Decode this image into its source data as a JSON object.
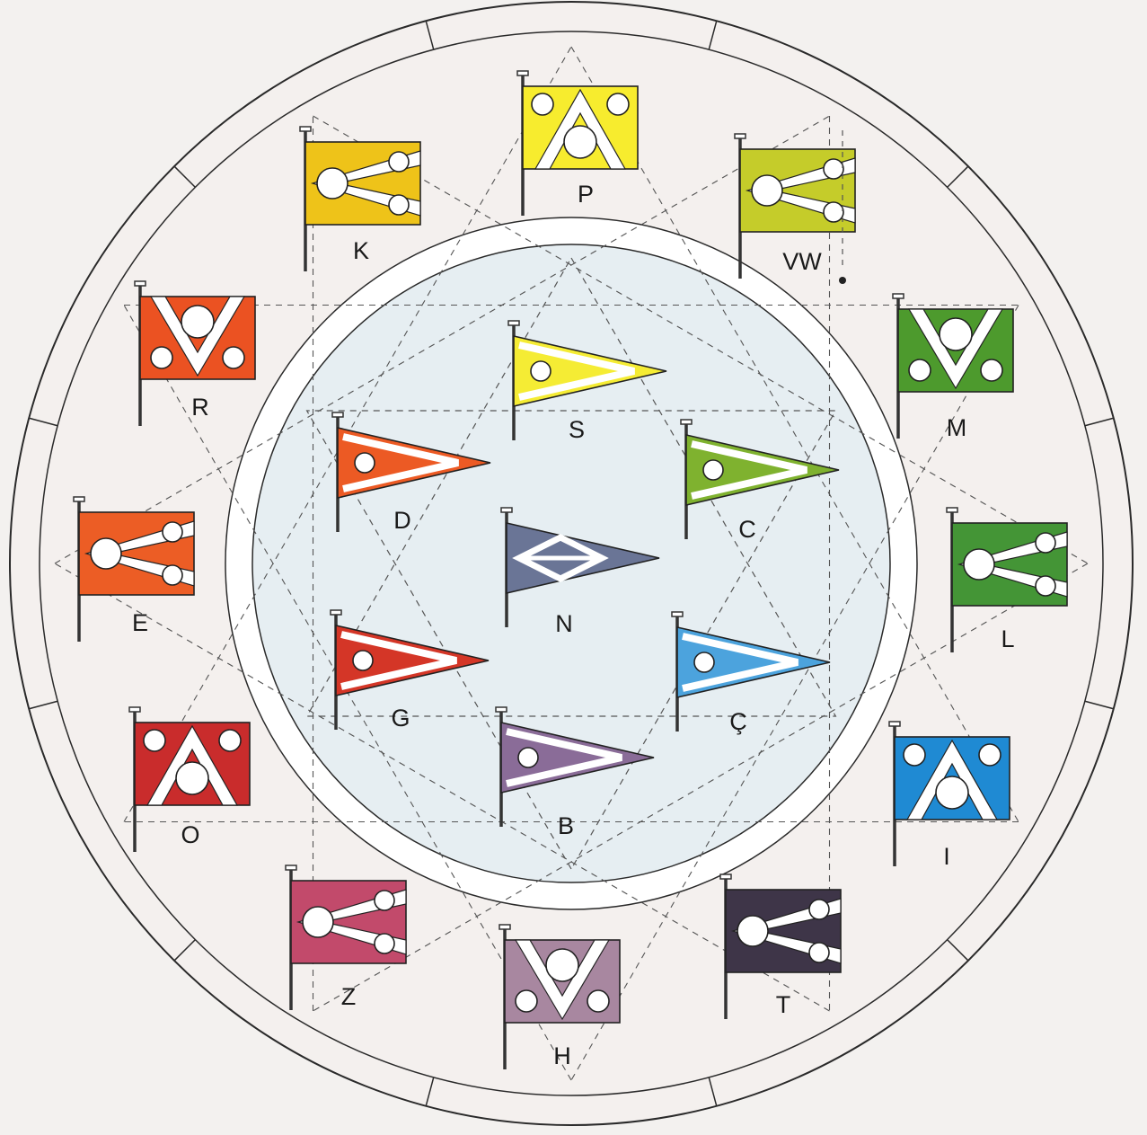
{
  "diagram": {
    "colors": {
      "page": "#f3f1ef",
      "outer_ring": "#f4f0ee",
      "inner_disc": "#e6eef2",
      "white_band": "#ffffff",
      "line": "#2a2a2a",
      "dash": "#555555"
    },
    "outer_flags": [
      {
        "label": "P",
        "color": "#f7ec2e",
        "style": "up",
        "icon": "flag-icon"
      },
      {
        "label": "VW",
        "color": "#c5cc2a",
        "style": "left",
        "icon": "flag-icon"
      },
      {
        "label": "M",
        "color": "#4d9a2d",
        "style": "down",
        "icon": "flag-icon"
      },
      {
        "label": "L",
        "color": "#449536",
        "style": "left",
        "icon": "flag-icon"
      },
      {
        "label": "I",
        "color": "#1f8ad3",
        "style": "up",
        "icon": "flag-icon"
      },
      {
        "label": "T",
        "color": "#3e3548",
        "style": "left",
        "icon": "flag-icon"
      },
      {
        "label": "H",
        "color": "#a887a0",
        "style": "down",
        "icon": "flag-icon"
      },
      {
        "label": "Z",
        "color": "#c24a6b",
        "style": "left",
        "icon": "flag-icon"
      },
      {
        "label": "O",
        "color": "#c92c2c",
        "style": "up",
        "icon": "flag-icon"
      },
      {
        "label": "E",
        "color": "#ec5d25",
        "style": "left",
        "icon": "flag-icon"
      },
      {
        "label": "R",
        "color": "#eb5222",
        "style": "down",
        "icon": "flag-icon"
      },
      {
        "label": "K",
        "color": "#eec319",
        "style": "left",
        "icon": "flag-icon"
      }
    ],
    "inner_pennants": [
      {
        "label": "S",
        "color": "#f5ec34",
        "style": "chevron",
        "icon": "pennant-icon"
      },
      {
        "label": "C",
        "color": "#7fb22f",
        "style": "chevron",
        "icon": "pennant-icon"
      },
      {
        "label": "Ç",
        "color": "#4ca3dd",
        "style": "chevron",
        "icon": "pennant-icon"
      },
      {
        "label": "B",
        "color": "#8a6c98",
        "style": "chevron",
        "icon": "pennant-icon"
      },
      {
        "label": "G",
        "color": "#d43627",
        "style": "chevron",
        "icon": "pennant-icon"
      },
      {
        "label": "D",
        "color": "#ec5a24",
        "style": "chevron",
        "icon": "pennant-icon"
      },
      {
        "label": "N",
        "color": "#6a7596",
        "style": "diamond",
        "icon": "pennant-icon"
      }
    ]
  }
}
